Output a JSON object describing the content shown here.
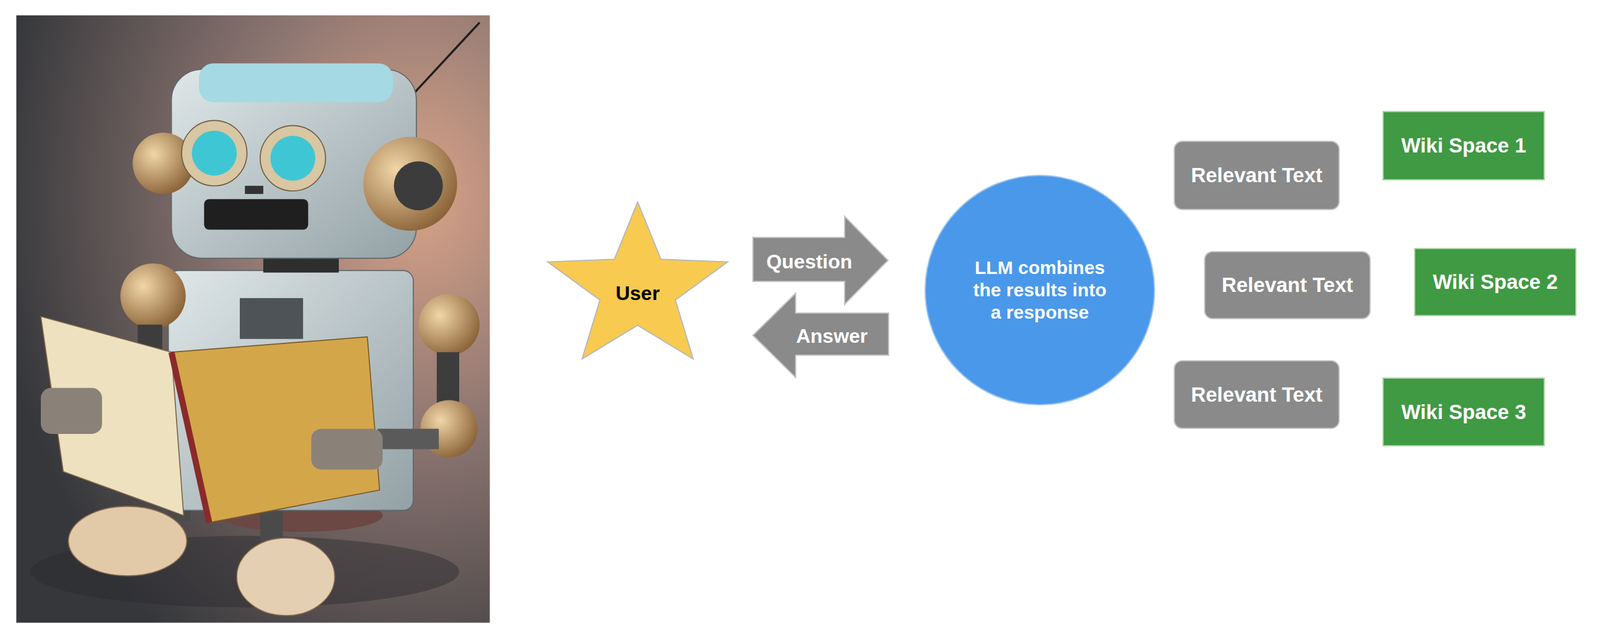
{
  "diagram": {
    "nodes": [
      {
        "text": [
          "User"
        ]
      },
      {
        "text": [
          "Question"
        ]
      },
      {
        "text": [
          "Answer"
        ]
      },
      {
        "text": [
          "LLM combines the results into a response"
        ]
      },
      {
        "text": [
          "Relevant Text"
        ]
      },
      {
        "text": [
          "Wiki Space 1"
        ]
      },
      {
        "text": [
          "Relevant Text"
        ]
      },
      {
        "text": [
          "Wiki Space 2"
        ]
      },
      {
        "text": [
          "Relevant Text"
        ]
      },
      {
        "text": [
          "Wiki Space 3"
        ]
      }
    ]
  }
}
